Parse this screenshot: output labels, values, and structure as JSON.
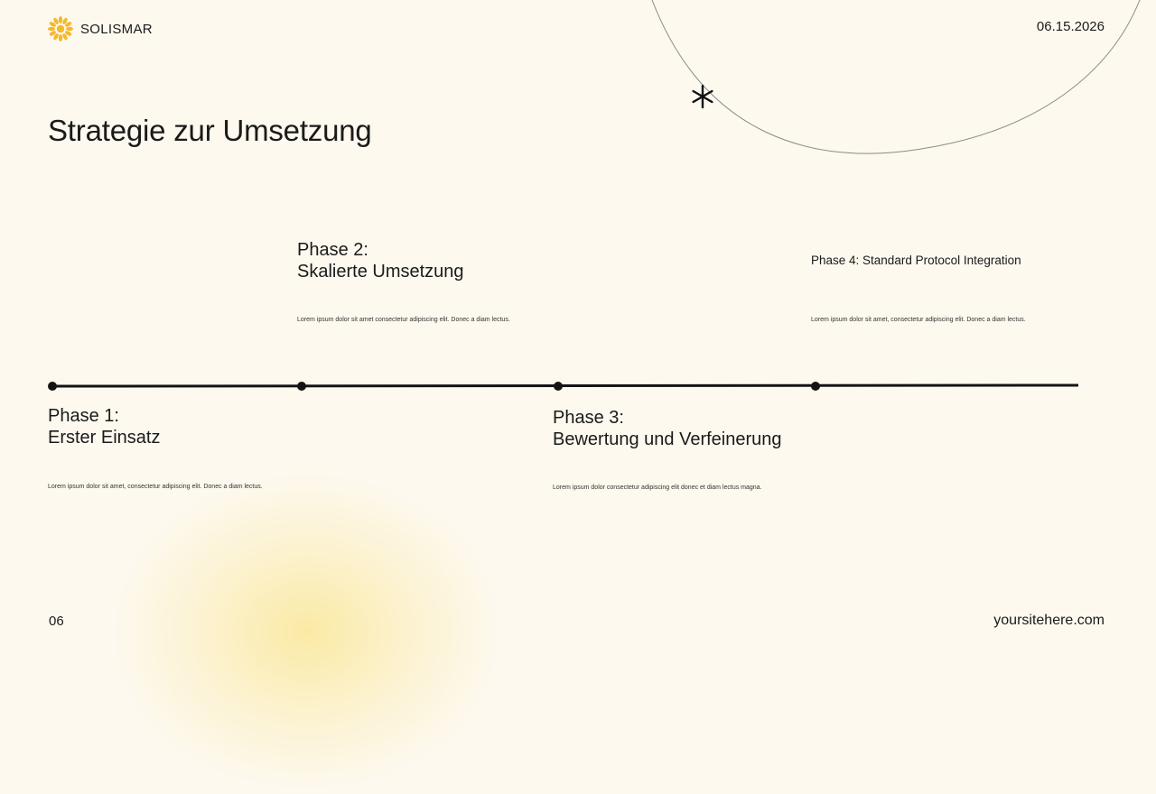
{
  "brand": {
    "name": "SOLISMAR",
    "logo_icon": "sun-icon",
    "logo_color": "#f5b82e"
  },
  "date": "06.15.2026",
  "title": "Strategie zur Umsetzung",
  "decorations": {
    "orbit": "orbit-arc",
    "star_icon": "asterisk-icon"
  },
  "timeline": {
    "color": "#141414",
    "phases": [
      {
        "title_line1": "Phase 1:",
        "title_line2": "Erster Einsatz",
        "description": "Lorem ipsum dolor sit amet, consectetur adipiscing elit. Donec a diam lectus."
      },
      {
        "title_line1": "Phase 2:",
        "title_line2": "Skalierte Umsetzung",
        "description": "Lorem ipsum dolor sit amet consectetur adipiscing elit. Donec a diam lectus."
      },
      {
        "title_line1": "Phase 3:",
        "title_line2": "Bewertung und Verfeinerung",
        "description": "Lorem ipsum dolor consectetur adipiscing elit donec et diam lectus magna."
      },
      {
        "title": "Phase 4: Standard Protocol Integration",
        "description": "Lorem ipsum dolor sit amet, consectetur adipiscing elit. Donec a diam lectus."
      }
    ]
  },
  "footer": {
    "page_number": "06",
    "website": "yoursitehere.com"
  }
}
